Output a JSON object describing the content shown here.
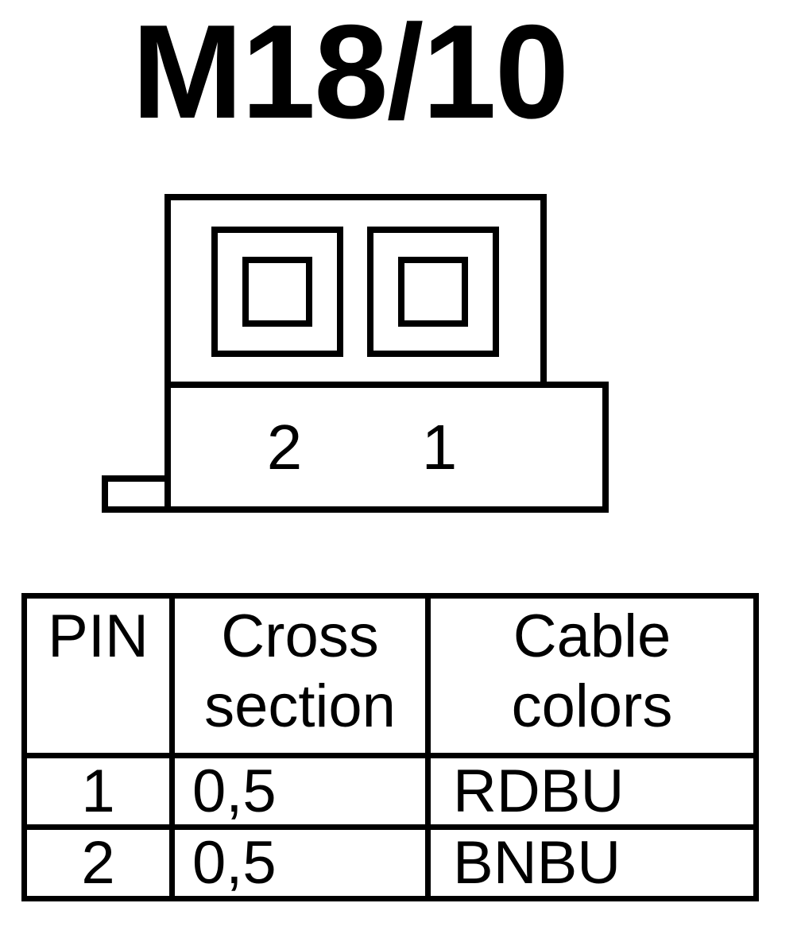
{
  "title": "M18/10",
  "connector": {
    "pin_labels": [
      "2",
      "1"
    ]
  },
  "table": {
    "headers": {
      "pin": "PIN",
      "cross_section": [
        "Cross",
        "section"
      ],
      "cable_colors": [
        "Cable",
        "colors"
      ]
    },
    "rows": [
      {
        "pin": "1",
        "cross_section": "0,5",
        "cable_color": "RDBU"
      },
      {
        "pin": "2",
        "cross_section": "0,5",
        "cable_color": "BNBU"
      }
    ]
  }
}
